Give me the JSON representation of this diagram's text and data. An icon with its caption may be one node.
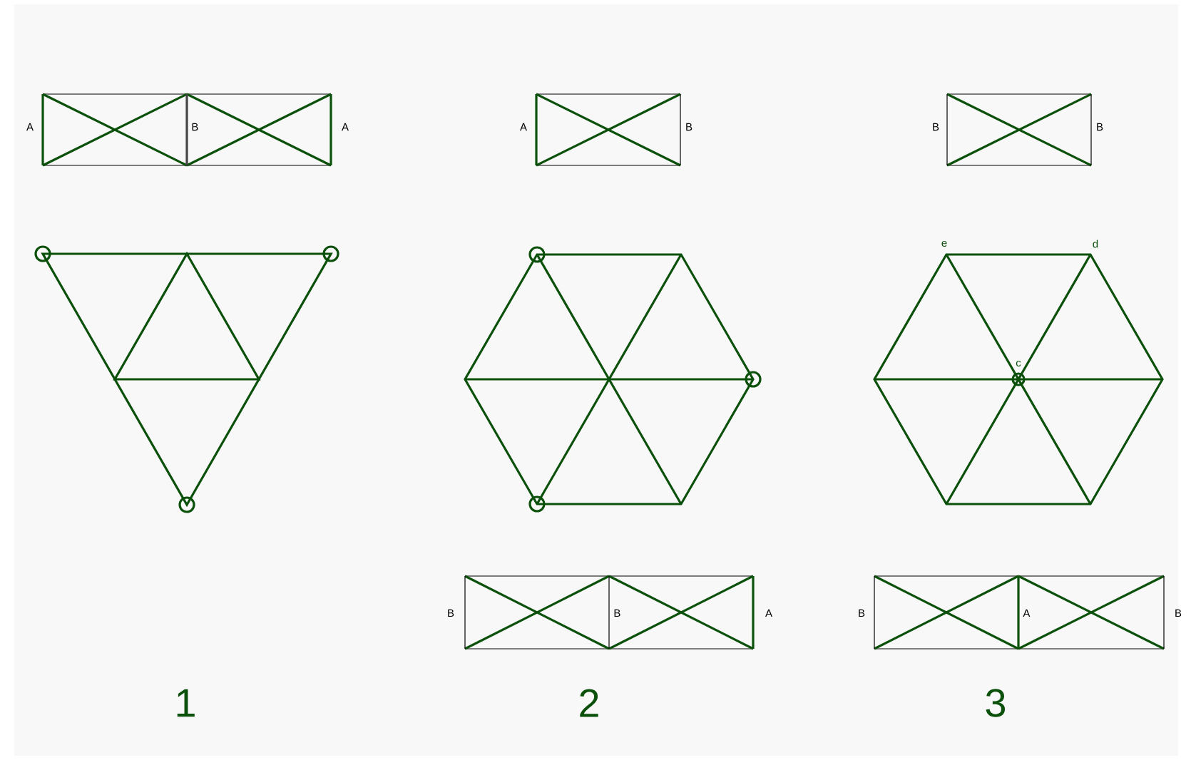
{
  "diagram": {
    "labels": [
      "A",
      "B",
      "A",
      "A",
      "B",
      "B",
      "B",
      "e",
      "d",
      "c",
      "B",
      "B",
      "A",
      "B",
      "A",
      "B",
      "1",
      "2",
      "3"
    ]
  }
}
